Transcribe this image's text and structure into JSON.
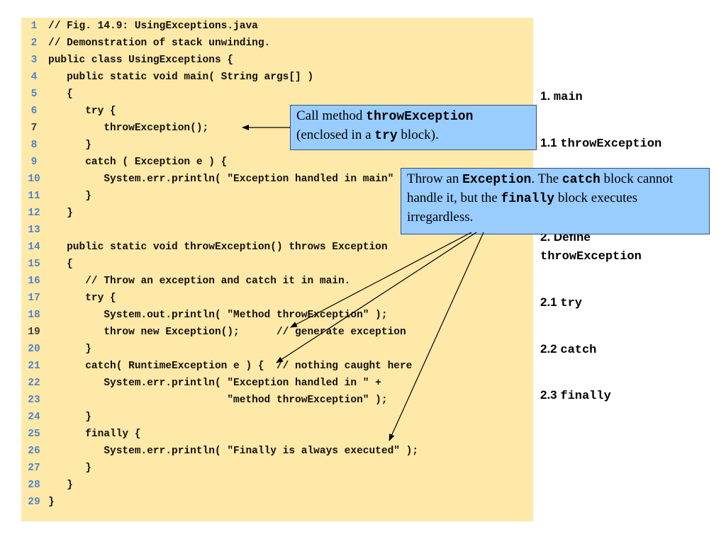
{
  "code": {
    "lines": [
      {
        "n": "1",
        "text": "// Fig. 14.9: UsingExceptions.java"
      },
      {
        "n": "2",
        "text": "// Demonstration of stack unwinding."
      },
      {
        "n": "3",
        "text": "public class UsingExceptions {"
      },
      {
        "n": "4",
        "text": "   public static void main( String args[] )"
      },
      {
        "n": "5",
        "text": "   {"
      },
      {
        "n": "6",
        "text": "      try {"
      },
      {
        "n": "7",
        "text": "         throwException();"
      },
      {
        "n": "8",
        "text": "      }"
      },
      {
        "n": "9",
        "text": "      catch ( Exception e ) {"
      },
      {
        "n": "10",
        "text": "         System.err.println( \"Exception handled in main\" );"
      },
      {
        "n": "11",
        "text": "      }"
      },
      {
        "n": "12",
        "text": "   }"
      },
      {
        "n": "13",
        "text": ""
      },
      {
        "n": "14",
        "text": "   public static void throwException() throws Exception"
      },
      {
        "n": "15",
        "text": "   {"
      },
      {
        "n": "16",
        "text": "      // Throw an exception and catch it in main."
      },
      {
        "n": "17",
        "text": "      try {"
      },
      {
        "n": "18",
        "text": "         System.out.println( \"Method throwException\" );"
      },
      {
        "n": "19",
        "text": "         throw new Exception();      // generate exception"
      },
      {
        "n": "20",
        "text": "      }"
      },
      {
        "n": "21",
        "text": "      catch( RuntimeException e ) {  // nothing caught here"
      },
      {
        "n": "22",
        "text": "         System.err.println( \"Exception handled in \" +"
      },
      {
        "n": "23",
        "text": "                             \"method throwException\" );"
      },
      {
        "n": "24",
        "text": "      }"
      },
      {
        "n": "25",
        "text": "      finally {"
      },
      {
        "n": "26",
        "text": "         System.err.println( \"Finally is always executed\" );"
      },
      {
        "n": "27",
        "text": "      }"
      },
      {
        "n": "28",
        "text": "   }"
      },
      {
        "n": "29",
        "text": "}"
      }
    ]
  },
  "outline": {
    "i1_num": "1.",
    "i1_code": "main",
    "i2_num": "1.1",
    "i2_code": "throwException",
    "i3_line1": "2. Define",
    "i3_code": "throwException",
    "i4_num": "2.1",
    "i4_code": "try",
    "i5_num": "2.2",
    "i5_code": "catch",
    "i6_num": "2.3",
    "i6_code": "finally"
  },
  "callout1": {
    "t1": "Call method ",
    "m1": "throwException",
    "t2": "(enclosed in a ",
    "m2": "try",
    "t3": " block)."
  },
  "callout2": {
    "t1": "Throw an ",
    "m1": "Exception",
    "t2": ".  The ",
    "m2": "catch",
    "t3": " block cannot handle it, but the ",
    "m3": "finally",
    "t4": " block executes irregardless."
  },
  "colors": {
    "code_bg": "#ffe9a8",
    "line_number": "#4f83cc",
    "callout_bg": "#99ccff",
    "callout_border": "#2d4f8c"
  }
}
